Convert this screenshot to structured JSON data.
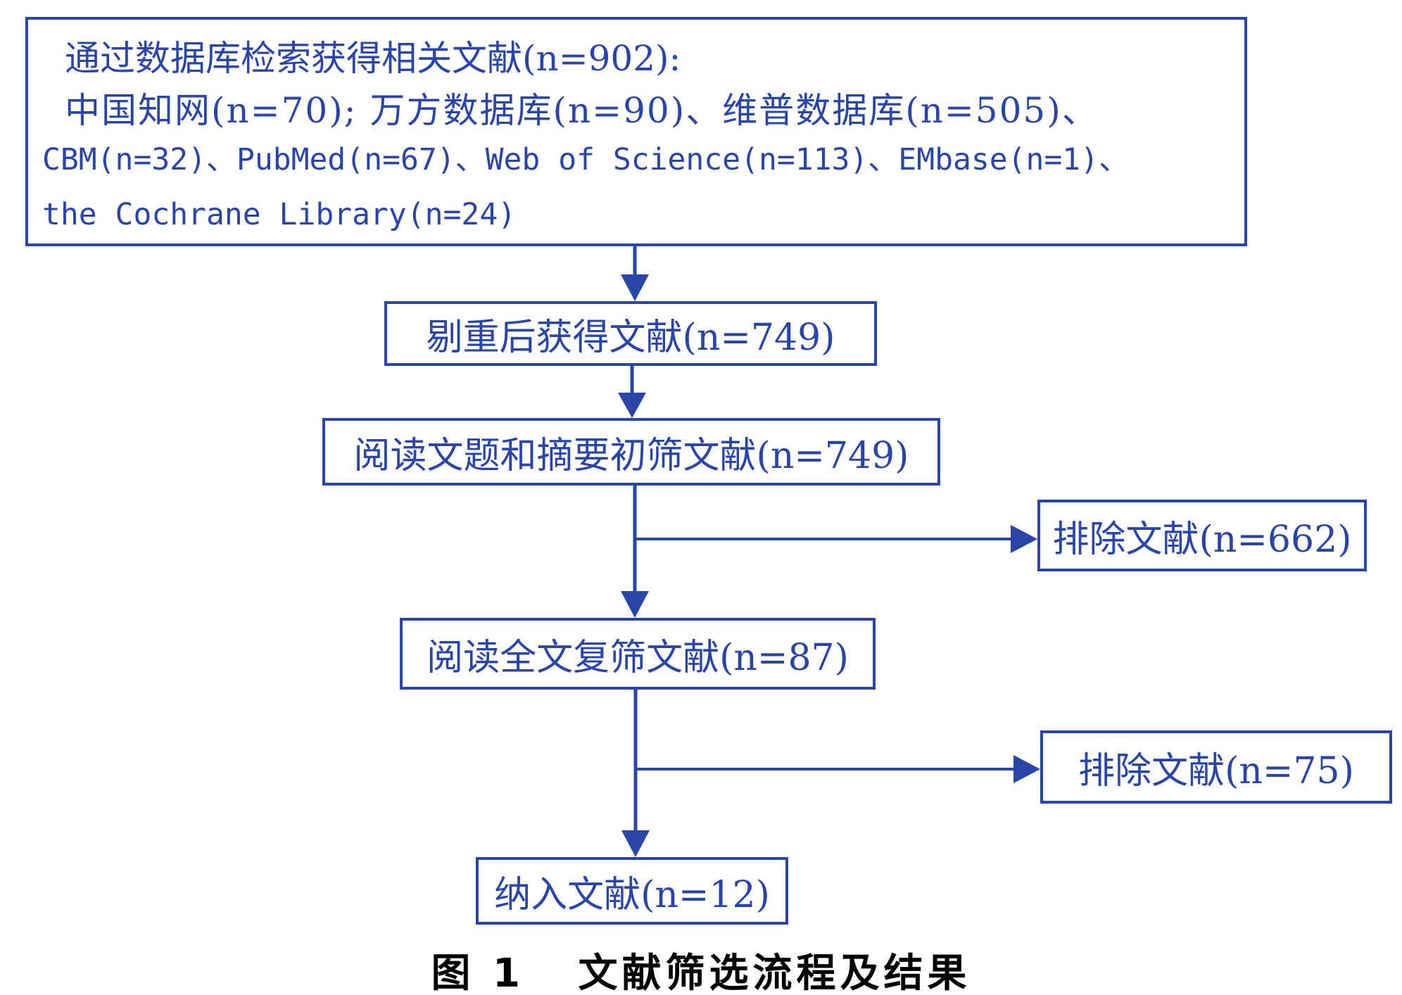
{
  "colors": {
    "box_border": "#2a45a8",
    "text": "#2a45a8",
    "caption": "#000000"
  },
  "search_box": {
    "line1": "通过数据库检索获得相关文献(n=902):",
    "line2": "  中国知网(n=70); 万方数据库(n=90)、维普数据库(n=505)、",
    "line3": "CBM(n=32)、PubMed(n=67)、Web of Science(n=113)、EMbase(n=1)、",
    "line4": "the Cochrane Library(n=24)"
  },
  "dedup_box": {
    "label": "剔重后获得文献(n=749)"
  },
  "title_abstract_box": {
    "label": "阅读文题和摘要初筛文献(n=749)"
  },
  "exclude_box_1": {
    "label": "排除文献(n=662)"
  },
  "full_text_box": {
    "label": "阅读全文复筛文献(n=87)"
  },
  "exclude_box_2": {
    "label": "排除文献(n=75)"
  },
  "included_box": {
    "label": "纳入文献(n=12)"
  },
  "caption": {
    "text": "图 1   文献筛选流程及结果"
  }
}
